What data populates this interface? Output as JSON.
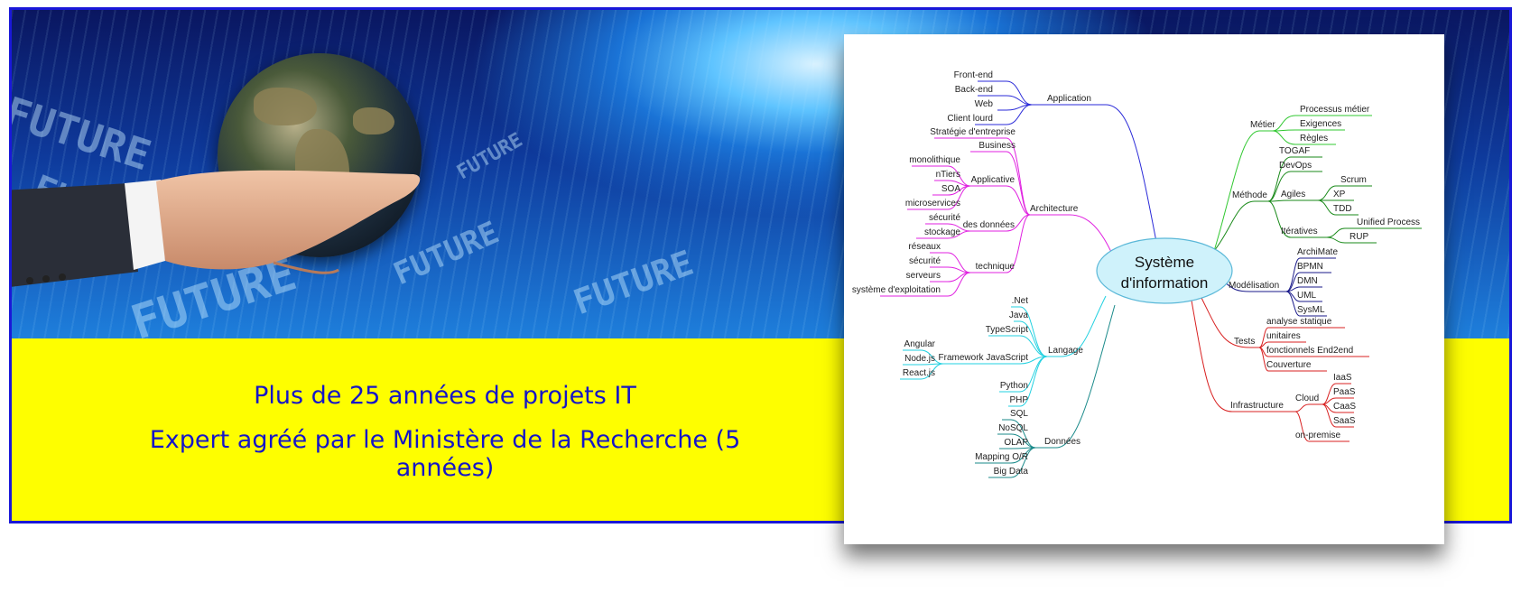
{
  "headline": {
    "line1": "Plus de 25 années de projets IT",
    "line2": "Expert agréé par le Ministère de la Recherche (5 années)"
  },
  "hero_text": [
    "FUTURE",
    "FUTURE",
    "FUTURE",
    "FUTURE",
    "FUTURE",
    "FUTURE"
  ],
  "mindmap": {
    "center_line1": "Système",
    "center_line2": "d'information",
    "application": {
      "label": "Application",
      "items": [
        "Front-end",
        "Back-end",
        "Web",
        "Client lourd"
      ]
    },
    "architecture": {
      "label": "Architecture",
      "strategie": "Stratégie d'entreprise",
      "business": "Business",
      "applicative": {
        "label": "Applicative",
        "items": [
          "monolithique",
          "nTiers",
          "SOA",
          "microservices"
        ]
      },
      "donnees": {
        "label": "des données",
        "items": [
          "sécurité",
          "stockage"
        ]
      },
      "technique": {
        "label": "technique",
        "items": [
          "réseaux",
          "sécurité",
          "serveurs",
          "système d'exploitation"
        ]
      }
    },
    "langage": {
      "label": "Langage",
      "items_top": [
        ".Net",
        "Java",
        "TypeScript"
      ],
      "framework": {
        "label": "Framework JavaScript",
        "items": [
          "Angular",
          "Node.js",
          "React.js"
        ]
      },
      "items_bottom": [
        "Python",
        "PHP"
      ]
    },
    "donnees": {
      "label": "Données",
      "items": [
        "SQL",
        "NoSQL",
        "OLAP",
        "Mapping O/R",
        "Big Data"
      ]
    },
    "metier": {
      "label": "Métier",
      "items": [
        "Processus métier",
        "Exigences",
        "Règles"
      ]
    },
    "methode": {
      "label": "Méthode",
      "items": [
        "TOGAF",
        "DevOps"
      ],
      "agiles": {
        "label": "Agiles",
        "items": [
          "Scrum",
          "XP",
          "TDD"
        ]
      },
      "iteratives": {
        "label": "Itératives",
        "items": [
          "Unified Process",
          "RUP"
        ]
      }
    },
    "modelisation": {
      "label": "Modélisation",
      "items": [
        "ArchiMate",
        "BPMN",
        "DMN",
        "UML",
        "SysML"
      ]
    },
    "tests": {
      "label": "Tests",
      "items": [
        "analyse statique",
        "unitaires",
        "fonctionnels End2end",
        "Couverture"
      ]
    },
    "infrastructure": {
      "label": "Infrastructure",
      "cloud": {
        "label": "Cloud",
        "items": [
          "IaaS",
          "PaaS",
          "CaaS",
          "SaaS"
        ]
      },
      "onprem": "on-premise"
    }
  },
  "colors": {
    "border": "#1a18d8",
    "headline": "#1515c8",
    "yellow": "#fefe00",
    "application": "#2a2ad8",
    "architecture": "#e020e0",
    "langage": "#20d0e0",
    "donnees": "#1a8a8a",
    "metier": "#30c830",
    "methode": "#1a8a1a",
    "modelisation": "#1a1a8a",
    "tests": "#d82020",
    "infrastructure": "#d82020"
  }
}
